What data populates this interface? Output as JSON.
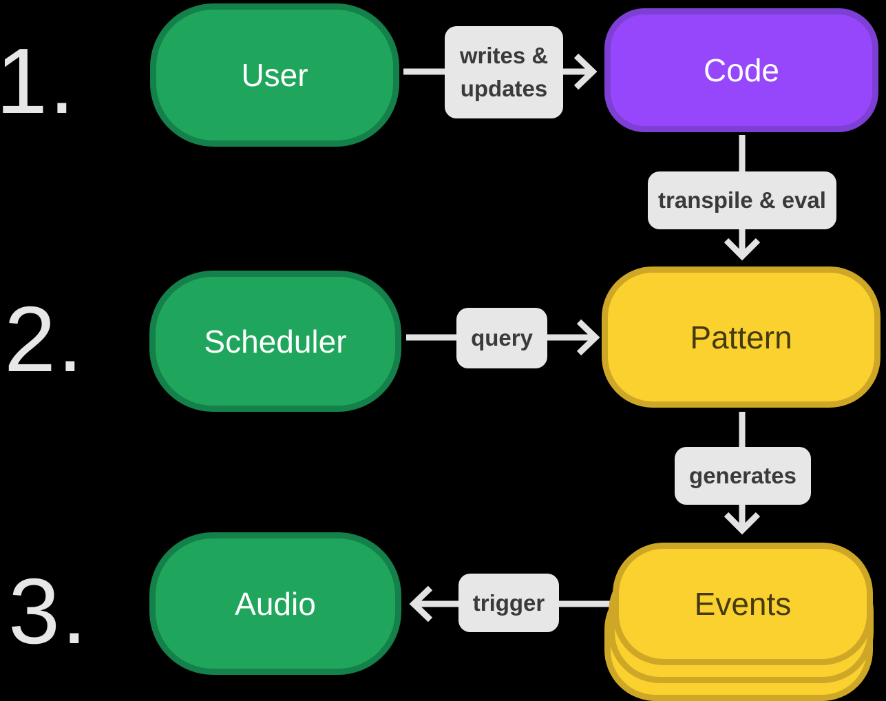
{
  "palette": {
    "background": "#000000",
    "green_fill": "#1fa65c",
    "green_border": "#15814a",
    "purple_fill": "#9747fb",
    "purple_border": "#7e3fd4",
    "yellow_fill": "#fbd12f",
    "yellow_border": "#cfa727",
    "chip_background": "#e7e7e7",
    "chip_text": "#3a3a3a",
    "arrow": "#e3e3e3",
    "step_number_text": "#e7e7e7",
    "light_node_text": "#ffffff",
    "dark_node_text": "#443a10"
  },
  "steps": [
    {
      "label": "1."
    },
    {
      "label": "2."
    },
    {
      "label": "3."
    }
  ],
  "nodes": {
    "user": {
      "label": "User"
    },
    "code": {
      "label": "Code"
    },
    "scheduler": {
      "label": "Scheduler"
    },
    "pattern": {
      "label": "Pattern"
    },
    "audio": {
      "label": "Audio"
    },
    "events": {
      "label": "Events"
    }
  },
  "edges": {
    "writes_updates": {
      "label": "writes & updates"
    },
    "transpile_eval": {
      "label": "transpile & eval"
    },
    "query": {
      "label": "query"
    },
    "generates": {
      "label": "generates"
    },
    "trigger": {
      "label": "trigger"
    }
  }
}
